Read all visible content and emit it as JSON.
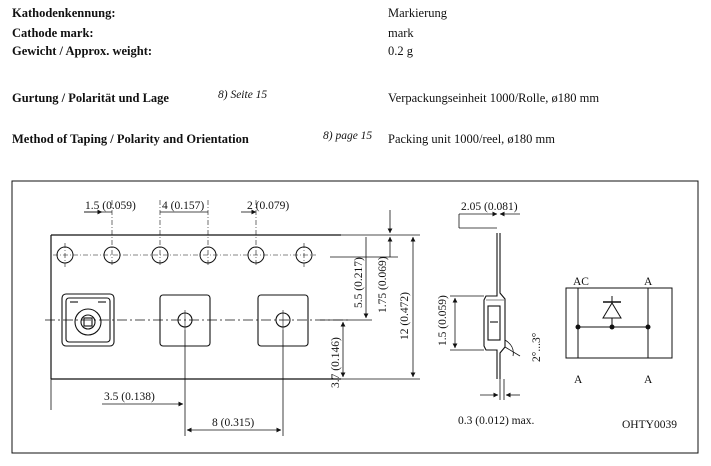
{
  "specs": [
    {
      "label": "Kathodenkennung:",
      "value": "Markierung"
    },
    {
      "label": "Cathode mark:",
      "value": "mark"
    },
    {
      "label": "Gewicht / Approx. weight:",
      "value": "0.2 g"
    }
  ],
  "taping_de": {
    "label": "Gurtung / Polarität und Lage",
    "ref": "8) Seite 15",
    "value": "Verpackungseinheit 1000/Rolle, ø180 mm"
  },
  "taping_en": {
    "label": "Method of Taping / Polarity and Orientation",
    "ref": "8) page 15",
    "value": "Packing unit 1000/reel, ø180 mm"
  },
  "drawing": {
    "dim_hole_dia": "1.5 (0.059)",
    "dim_hole_pitch": "4 (0.157)",
    "dim_hole_pocket": "2 (0.079)",
    "dim_v_5_5": "5.5 (0.217)",
    "dim_v_1_75": "1.75 (0.069)",
    "dim_v_12": "12 (0.472)",
    "dim_v_3_7": "3.7 (0.146)",
    "dim_3_5": "3.5 (0.138)",
    "dim_8": "8 (0.315)",
    "dim_2_05": "2.05 (0.081)",
    "dim_side_1_5": "1.5 (0.059)",
    "dim_angle": "2°...3°",
    "dim_0_3": "0.3 (0.012) max.",
    "pin_ac": "AC",
    "pin_a1": "A",
    "pin_a2": "A",
    "pin_a3": "A",
    "drawing_code": "OHTY0039"
  }
}
